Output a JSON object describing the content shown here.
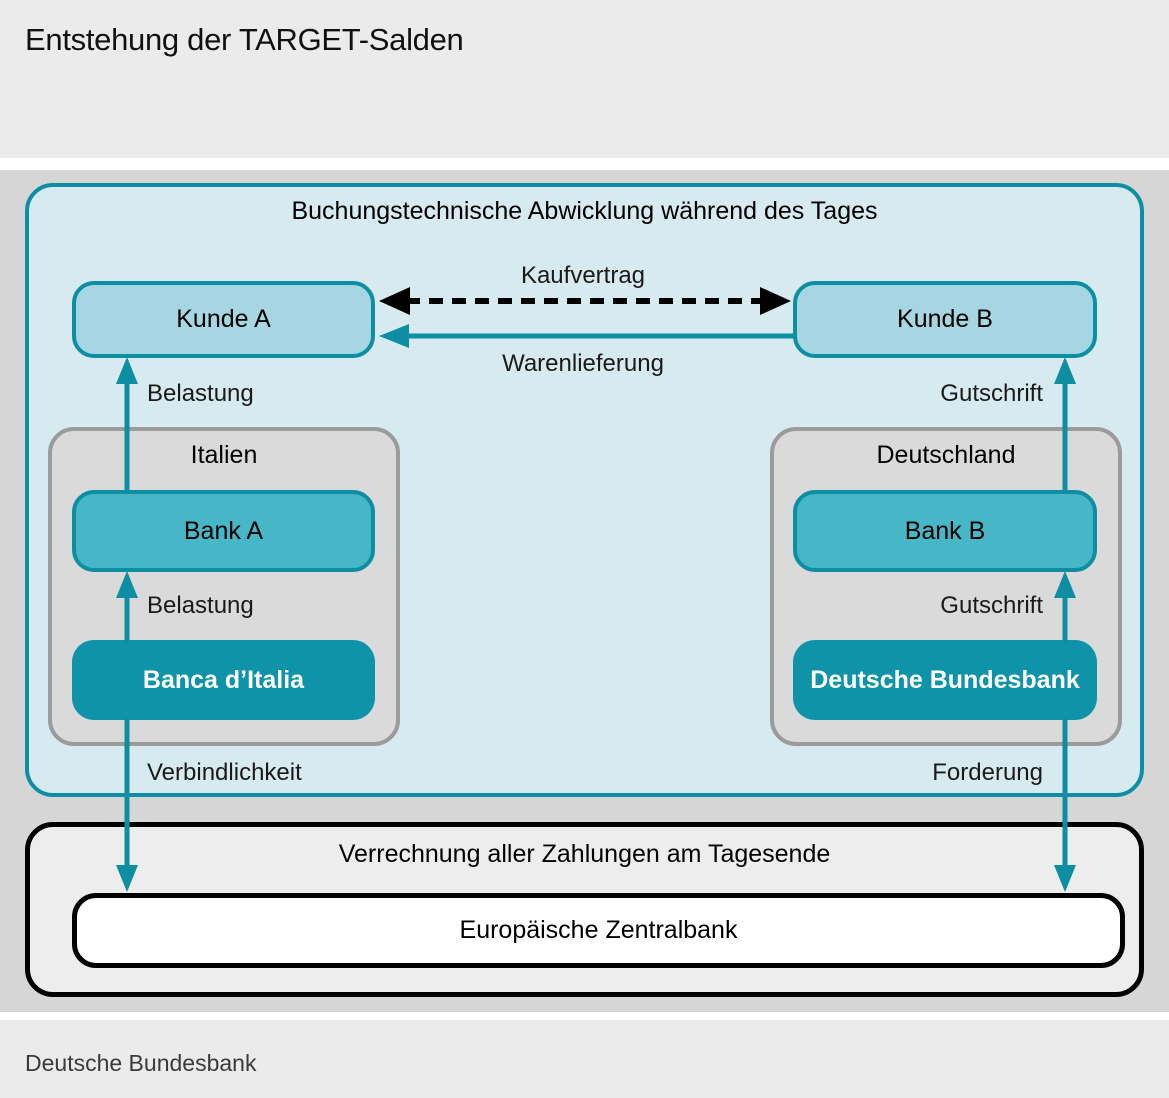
{
  "header": {
    "title": "Entstehung der TARGET-Salden"
  },
  "footer": {
    "source": "Deutsche Bundesbank"
  },
  "diagram": {
    "intraday_panel": {
      "title": "Buchungstechnische Abwicklung während des Tages",
      "customer_a": "Kunde A",
      "customer_b": "Kunde B",
      "contract_arrow_label": "Kaufvertrag",
      "delivery_arrow_label": "Warenlieferung",
      "debit_customer_label": "Belastung",
      "credit_customer_label": "Gutschrift",
      "italy": {
        "title": "Italien",
        "bank": "Bank A",
        "central_bank": "Banca d’Italia",
        "debit_label": "Belastung"
      },
      "germany": {
        "title": "Deutschland",
        "bank": "Bank B",
        "central_bank": "Deutsche Bundesbank",
        "credit_label": "Gutschrift"
      },
      "liability_label": "Verbindlichkeit",
      "claim_label": "Forderung"
    },
    "settlement_panel": {
      "title": "Verrechnung aller Zahlungen am Tagesende",
      "ecb": "Europäische Zentralbank"
    }
  },
  "colors": {
    "teal": "#0d8ea3",
    "dark-teal": "#0e93a8",
    "mid-teal": "#47b6c7",
    "light-blue": "#a5d6e2",
    "panel-blue": "#d6eaef",
    "group-gray": "#dadada",
    "group-border": "#9b9b9b",
    "band-light": "#ebebeb",
    "band-main": "#d6d6d6",
    "settle-gray": "#ededed"
  }
}
